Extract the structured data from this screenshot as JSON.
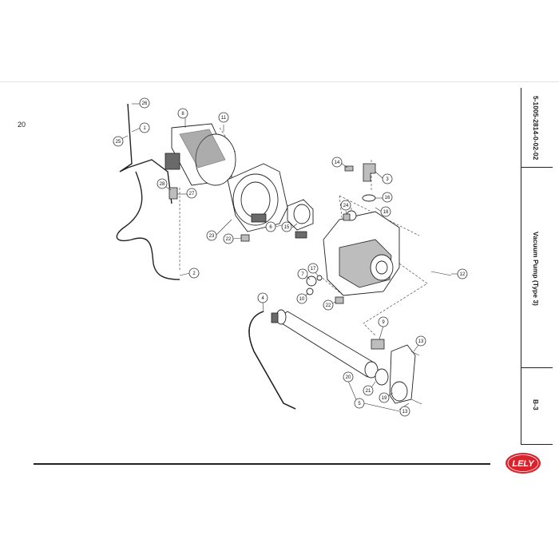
{
  "page_number": "20",
  "document_code": "5-1005-2814-0-02-02",
  "document_title": "Vacuum Pump (Type 3)",
  "section_code": "B-3",
  "logo_text": "LELY",
  "brand_color": "#d9232d",
  "callouts": {
    "c26": "26",
    "c1": "1",
    "c25": "25",
    "c8": "8",
    "c11": "11",
    "c28": "28",
    "c27": "27",
    "c2": "2",
    "c23": "23",
    "c22a": "22",
    "c6": "6",
    "c15": "15",
    "c14": "14",
    "c3": "3",
    "c16": "16",
    "c24": "24",
    "c18": "18",
    "c12": "12",
    "c7": "7",
    "c17": "17",
    "c10": "10",
    "c22b": "22",
    "c4": "4",
    "c9": "9",
    "c13a": "13",
    "c20": "20",
    "c21": "21",
    "c5": "5",
    "c19": "19",
    "c13b": "13"
  }
}
